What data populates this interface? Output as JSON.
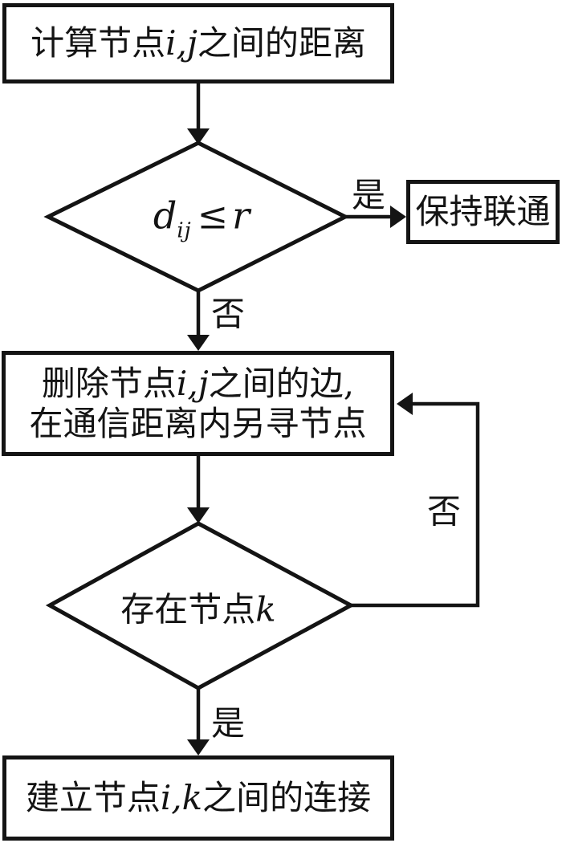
{
  "palette": {
    "ink": "#141414",
    "background": "#ffffff"
  },
  "nodes": {
    "calc": {
      "segments": [
        {
          "text": "计算节点"
        },
        {
          "text": "i,j",
          "var": true
        },
        {
          "text": "之间的距离"
        }
      ]
    },
    "decision1": {
      "segments": [
        {
          "text": "d",
          "var": true
        },
        {
          "text": "ij",
          "var": true,
          "sub": true
        },
        {
          "text": "≤",
          "op": true
        },
        {
          "text": "r",
          "var": true
        }
      ]
    },
    "keep": {
      "segments": [
        {
          "text": "保持联通"
        }
      ]
    },
    "remove": {
      "line1": [
        {
          "text": "删除节点"
        },
        {
          "text": "i,j",
          "var": true
        },
        {
          "text": "之间的边,"
        }
      ],
      "line2": [
        {
          "text": "在通信距离内另寻节点"
        }
      ]
    },
    "decision2": {
      "segments": [
        {
          "text": "存在节点"
        },
        {
          "text": "k",
          "var": true
        }
      ]
    },
    "establish": {
      "segments": [
        {
          "text": "建立节点"
        },
        {
          "text": "i,k",
          "var": true
        },
        {
          "text": "之间的连接"
        }
      ]
    }
  },
  "edge_labels": {
    "decision1_yes": "是",
    "decision1_no": "否",
    "decision2_no": "否",
    "decision2_yes": "是"
  }
}
